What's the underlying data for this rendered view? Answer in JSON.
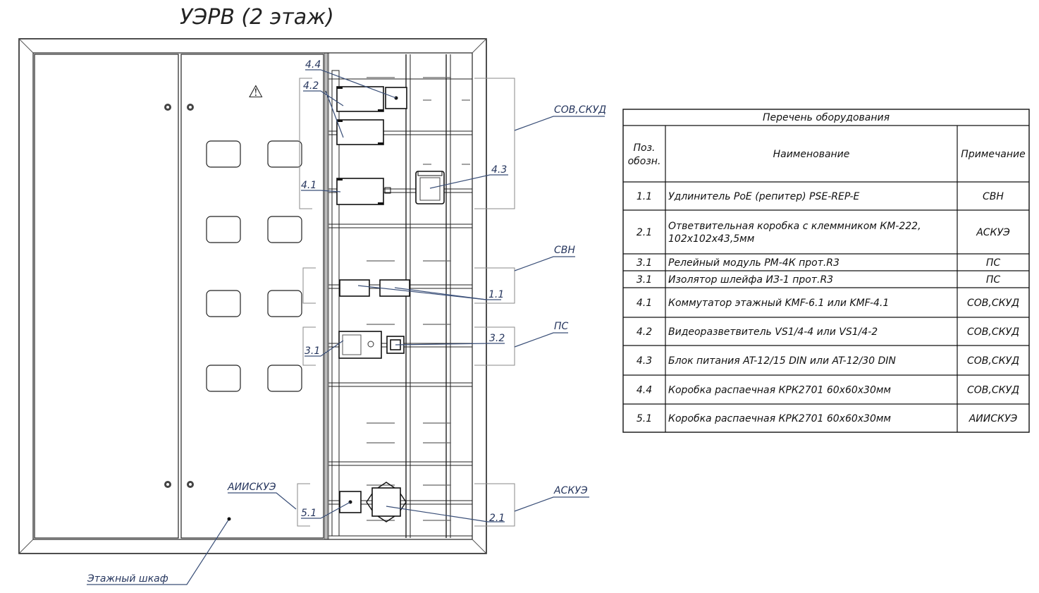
{
  "title": "УЭРВ (2 этаж)",
  "labels": {
    "pos_44": "4.4",
    "pos_42": "4.2",
    "pos_41": "4.1",
    "pos_43": "4.3",
    "pos_11": "1.1",
    "pos_31": "3.1",
    "pos_32": "3.2",
    "pos_51": "5.1",
    "pos_21": "2.1",
    "sov_skud": "СОВ,СКУД",
    "svn": "СВН",
    "ps": "ПС",
    "askue": "АСКУЭ",
    "aiiskue": "АИИСКУЭ",
    "cabinet": "Этажный шкаф",
    "warning_glyph": "⚠"
  },
  "table": {
    "caption": "Перечень оборудования",
    "headers": {
      "pos_line1": "Поз.",
      "pos_line2": "обозн.",
      "name": "Наименование",
      "note": "Примечание"
    },
    "rows": [
      {
        "pos": "1.1",
        "name": "Удлинитель PoE (репитер) PSE-REP-E",
        "name2": "",
        "note": "СВН"
      },
      {
        "pos": "2.1",
        "name": "Ответвительная коробка с клеммником КМ-222,",
        "name2": "102x102x43,5мм",
        "note": "АСКУЭ"
      },
      {
        "pos": "3.1",
        "name": "Релейный модуль РМ-4К прот.R3",
        "name2": "",
        "note": "ПС"
      },
      {
        "pos": "3.1",
        "name": "Изолятор шлейфа ИЗ-1 прот.R3",
        "name2": "",
        "note": "ПС"
      },
      {
        "pos": "4.1",
        "name": "Коммутатор этажный KMF-6.1 или KMF-4.1",
        "name2": "",
        "note": "СОВ,СКУД"
      },
      {
        "pos": "4.2",
        "name": "Видеоразветвитель VS1/4-4 или VS1/4-2",
        "name2": "",
        "note": "СОВ,СКУД"
      },
      {
        "pos": "4.3",
        "name": "Блок питания AT-12/15 DIN или AT-12/30 DIN",
        "name2": "",
        "note": "СОВ,СКУД"
      },
      {
        "pos": "4.4",
        "name": "Коробка распаечная КРК2701 60х60х30мм",
        "name2": "",
        "note": "СОВ,СКУД"
      },
      {
        "pos": "5.1",
        "name": "Коробка распаечная КРК2701 60х60х30мм",
        "name2": "",
        "note": "АИИСКУЭ"
      }
    ]
  }
}
